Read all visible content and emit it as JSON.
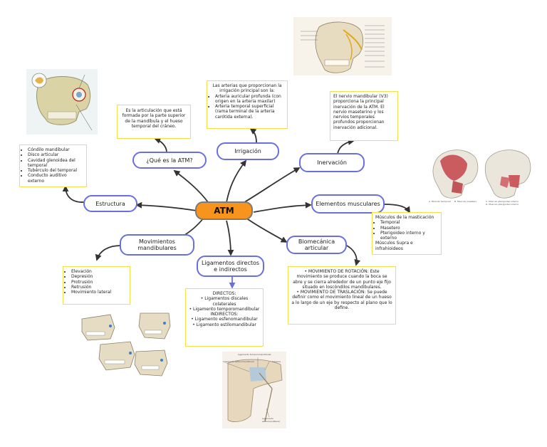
{
  "center": "ATM",
  "branches": {
    "que_es": "¿Qué es la ATM?",
    "irrigacion": "Irrigación",
    "inervacion": "Inervación",
    "elementos": "Elementos musculares",
    "biomecanica": "Biomecánica articular",
    "ligamentos": "Ligamentos directos e indirectos",
    "movimientos": "Movimientos mandibulares",
    "estructura": "Estructura"
  },
  "notes": {
    "que_es": "Es la articulación que está formada por la parte superior de la mandíbula y el hueso temporal del cráneo.",
    "irrigacion_intro": "Las arterias que proporcionan la irrigación principal son la:",
    "irrigacion_items": [
      "Arteria auricular profunda (con origen en la arteria maxilar)",
      "Arteria temporal superficial (rama terminal de la arteria carótida externa)."
    ],
    "inervacion": "El nervio mandibular (V3) proporciona la principal inervación de la ATM. El nervio maseterino y los nervios temporales profundos proporcionan inervación adicional.",
    "estructura_items": [
      "Cóndilo mandibular",
      "Disco articular",
      "Cavidad glenoidea del temporal",
      "Tubérculo del temporal",
      "Conducto auditivo externo"
    ],
    "musculos_title": "Músculos de la masticación",
    "musculos_items": [
      "Temporal",
      "Masetero",
      "Pterigoideo interno y externo"
    ],
    "musculos_extra": "Músculos Supra e infrahioideos",
    "biomecanica_rot": "• MOVIMIENTO DE ROTACIÓN: Este movimiento se produce cuando la boca se abre y se cierra alrededor de un punto eje fijo situado en loscóndilos mandibulares.",
    "biomecanica_tras": "• MOVIMIENTO DE TRASLACIÓN: Se puede definir como el movimiento lineal de un hueso a lo largo de un eje by respecto al plano que lo define.",
    "movimientos_items": [
      "Elevación",
      "Depresión",
      "Protrusión",
      "Retrusión",
      "Movimiento lateral"
    ],
    "lig_directos": "DIRECTOS:",
    "lig_directos_items": [
      "Ligamentos discales colaterales",
      "Ligamento temporomandibular"
    ],
    "lig_indirectos": "INDIRECTOS:",
    "lig_indirectos_items": [
      "Ligamento esfenomandibular",
      "Ligamento estilomandibular"
    ]
  },
  "image_labels": {
    "ligament_top": "Ligamento temporomandibular",
    "ligament_left": "Ligamento esfenomandibular",
    "ligament_right": "Cápsula",
    "ligament_bottom": "Ligamento estilomandibular",
    "muscles_a": "A. Músculo temporal",
    "muscles_b": "B. Músculo masetero",
    "muscles_c": "C. Músculo pterigoideo interno",
    "muscles_d": "D. Músculo pterigoideo interno"
  },
  "colors": {
    "center_fill": "#f7941d",
    "branch_border": "#6a6fe0",
    "note_border": "#f3e04a",
    "connector": "#333333",
    "ligament_arrow": "#6a6fe0"
  }
}
